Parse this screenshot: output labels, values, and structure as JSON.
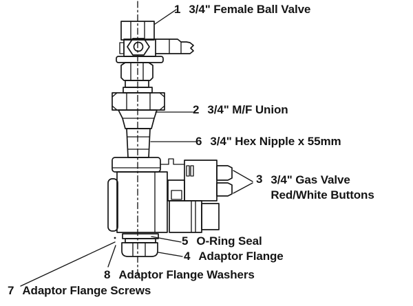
{
  "diagram": {
    "type": "exploded-parts-diagram",
    "subject": "gas valve assembly",
    "colors": {
      "ink": "#151515",
      "background": "#ffffff"
    },
    "labels": [
      {
        "number": "1",
        "text": "3/4\" Female Ball Valve"
      },
      {
        "number": "2",
        "text": "3/4\" M/F Union"
      },
      {
        "number": "6",
        "text": "3/4\" Hex Nipple x 55mm"
      },
      {
        "number": "3",
        "text": "3/4\" Gas Valve",
        "text2": "Red/White Buttons"
      },
      {
        "number": "5",
        "text": "O-Ring Seal"
      },
      {
        "number": "4",
        "text": "Adaptor Flange"
      },
      {
        "number": "8",
        "text": "Adaptor Flange Washers"
      },
      {
        "number": "7",
        "text": "Adaptor Flange Screws"
      }
    ]
  }
}
